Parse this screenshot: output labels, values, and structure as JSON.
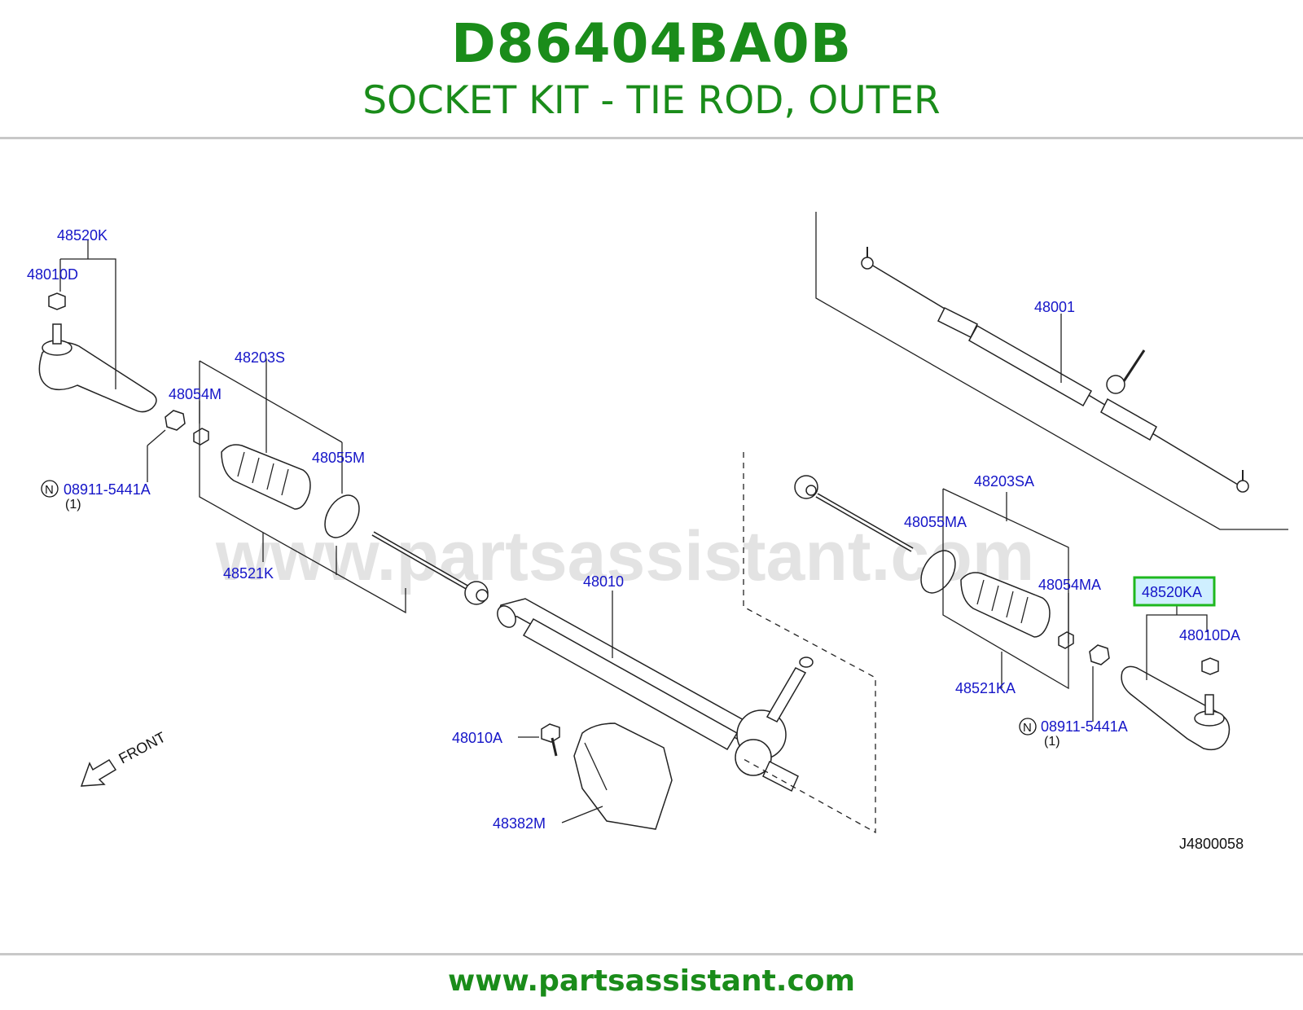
{
  "header": {
    "part_number": "D86404BA0B",
    "description": "SOCKET KIT - TIE ROD, OUTER"
  },
  "footer": {
    "url": "www.partsassistant.com"
  },
  "watermark": "www.partsassistant.com",
  "diagram": {
    "code": "J4800058",
    "front_label": "FRONT",
    "highlight_color": "#1fb81f",
    "brand_color": "#1a8c1a",
    "label_color": "#1515c8",
    "labels": {
      "p48520K": "48520K",
      "p48010D": "48010D",
      "p48203S": "48203S",
      "p48054M": "48054M",
      "p48055M": "48055M",
      "p08911_left": "08911-5441A",
      "qty_left": "(1)",
      "n_left": "N",
      "p48521K": "48521K",
      "p48010": "48010",
      "p48001": "48001",
      "p48203SA": "48203SA",
      "p48055MA": "48055MA",
      "p48054MA": "48054MA",
      "p48520KA": "48520KA",
      "p48010DA": "48010DA",
      "p48521KA": "48521KA",
      "p08911_right": "08911-5441A",
      "qty_right": "(1)",
      "n_right": "N",
      "p48010A": "48010A",
      "p48382M": "48382M"
    }
  }
}
